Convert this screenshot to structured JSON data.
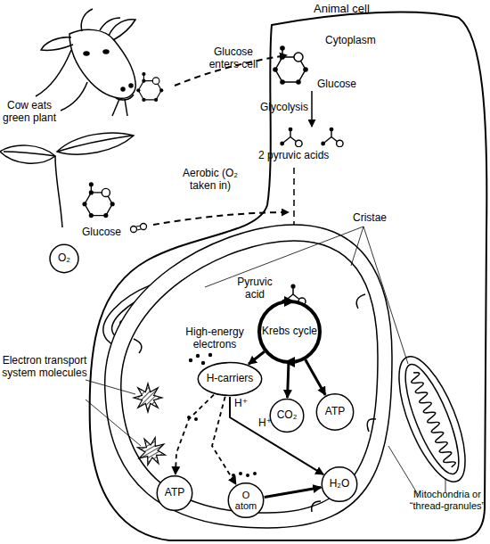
{
  "diagram": {
    "nodes": [
      {
        "text": [
          "Animal cell",
          "Cytoplasm"
        ]
      },
      {
        "text": [
          "O₂"
        ]
      },
      {
        "text": [
          "Krebs cycle"
        ],
        "in": 0
      },
      {
        "text": [
          "H-carriers"
        ],
        "in": 0
      },
      {
        "text": [
          "CO₂"
        ],
        "in": 0
      },
      {
        "text": [
          "ATP"
        ],
        "in": 0
      },
      {
        "text": [
          "H₂O"
        ],
        "in": 0
      },
      {
        "text": [
          "O atom"
        ],
        "in": 0
      },
      {
        "text": [
          "ATP"
        ],
        "in": 0
      }
    ],
    "edges": [
      {
        "from": 2,
        "to": 3,
        "arrow": "to"
      },
      {
        "from": 2,
        "to": 4,
        "arrow": "to"
      },
      {
        "from": 2,
        "to": 5,
        "arrow": "to"
      },
      {
        "from": 3,
        "to": 6,
        "arrow": "to"
      },
      {
        "from": 7,
        "to": 6,
        "arrow": "to"
      },
      {
        "from": 3,
        "to": 8,
        "arrow": "to"
      },
      {
        "from": 3,
        "to": 7,
        "arrow": "to"
      }
    ],
    "labels": [
      "Cow eats green plant",
      "Glucose enters cell",
      "Glucose",
      "Glycolysis",
      "2 pyruvic acids",
      "Aerobic (O₂ taken in)",
      "Glucose",
      "Cristae",
      "Pyruvic acid",
      "High-energy electrons",
      "H⁺",
      "H⁺",
      "Electron transport system molecules",
      "Mitochondria or “thread-granules”"
    ]
  }
}
